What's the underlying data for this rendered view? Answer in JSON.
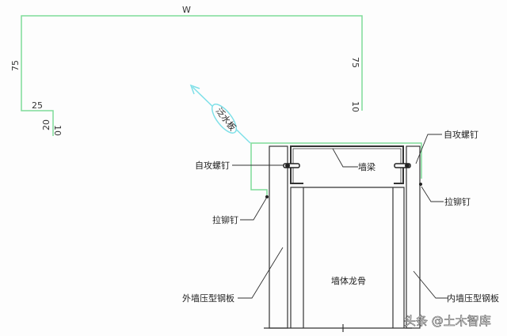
{
  "flashing_profile": {
    "dim_width": "W",
    "dim_left_height": "75",
    "dim_right_height": "75",
    "dim_left_step": "25",
    "dim_left_drop": "20",
    "dim_left_hem": "10",
    "dim_right_hem": "10"
  },
  "labels": {
    "flashing": "泛水板",
    "screw_left": "自攻螺钉",
    "screw_right": "自攻螺钉",
    "wall_beam": "墙梁",
    "rivet_left": "拉铆钉",
    "rivet_right": "拉铆钉",
    "outer_panel": "外墙压型钢板",
    "inner_panel": "内墙压型钢板",
    "wall_stud": "墙体龙骨"
  },
  "watermark": "头条 @土木智库",
  "colors": {
    "flashing": "#7fdc9a",
    "arrow": "#7fe0e8",
    "line": "#333333"
  }
}
